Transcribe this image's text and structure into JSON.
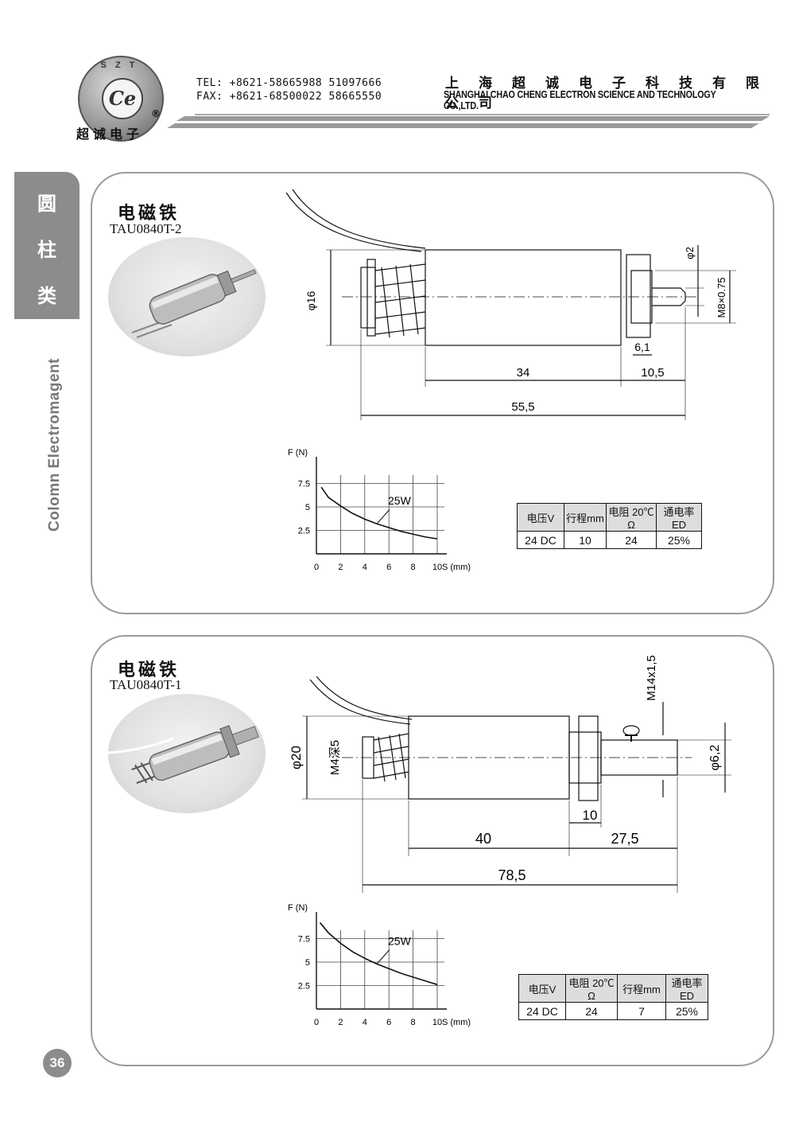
{
  "header": {
    "logo_letters": "Ce",
    "logo_ring": "S Z T",
    "logo_caption": "超诚电子",
    "registered_mark": "®",
    "tel": "TEL: +8621-58665988 51097666",
    "fax": "FAX: +8621-68500022 58665550",
    "company_cn": "上海超诚电子科技有限公司",
    "company_en": "SHANGHAI CHAO CHENG ELECTRON SCIENCE AND TECHNOLOGY CO.,LTD."
  },
  "side_tab": {
    "chars": [
      "圆",
      "柱",
      "类"
    ],
    "english": "Colomn Electromagent"
  },
  "page_number": "36",
  "products": [
    {
      "title_cn": "电磁铁",
      "model": "TAU0840T-2",
      "dimensions": {
        "diameter": "φ16",
        "plunger": "φ2",
        "thread": "M8×0.75",
        "nut": "6,1",
        "body": "34",
        "shaft": "10,5",
        "total": "55,5"
      },
      "table_headers": [
        "电压V",
        "行程mm",
        "电阻 20℃ Ω",
        "通电率ED"
      ],
      "table_values": [
        "24 DC",
        "10",
        "24",
        "25%"
      ]
    },
    {
      "title_cn": "电磁铁",
      "model": "TAU0840T-1",
      "dimensions": {
        "diameter": "φ20",
        "screw": "M4深5",
        "thread": "M14x1,5",
        "plunger": "φ6,2",
        "nut": "10",
        "body": "40",
        "shaft": "27,5",
        "total": "78,5"
      },
      "table_headers": [
        "电压V",
        "电阻 20℃ Ω",
        "行程mm",
        "通电率ED"
      ],
      "table_values": [
        "24 DC",
        "24",
        "7",
        "25%"
      ]
    }
  ],
  "chart_data": [
    {
      "type": "line",
      "title": "",
      "xlabel": "S (mm)",
      "ylabel": "F (N)",
      "xlim": [
        0,
        10
      ],
      "ylim": [
        0,
        10
      ],
      "x_ticks": [
        "0",
        "2",
        "4",
        "6",
        "8",
        "10"
      ],
      "y_ticks": [
        "2.5",
        "5",
        "7.5"
      ],
      "grid": true,
      "series": [
        {
          "name": "25W",
          "x": [
            0.4,
            1,
            2,
            3,
            4,
            5,
            6,
            7,
            8,
            9,
            10
          ],
          "y": [
            7.1,
            6.0,
            5.1,
            4.3,
            3.7,
            3.2,
            2.8,
            2.4,
            2.1,
            1.8,
            1.6
          ]
        }
      ]
    },
    {
      "type": "line",
      "title": "",
      "xlabel": "S (mm)",
      "ylabel": "F (N)",
      "xlim": [
        0,
        10
      ],
      "ylim": [
        0,
        10
      ],
      "x_ticks": [
        "0",
        "2",
        "4",
        "6",
        "8",
        "10"
      ],
      "y_ticks": [
        "2.5",
        "5",
        "7.5"
      ],
      "grid": true,
      "series": [
        {
          "name": "25W",
          "x": [
            0.3,
            1,
            2,
            3,
            4,
            5,
            6,
            7,
            8,
            9,
            10
          ],
          "y": [
            9.2,
            8.1,
            7.0,
            6.1,
            5.4,
            4.8,
            4.3,
            3.8,
            3.4,
            3.0,
            2.6
          ]
        }
      ]
    }
  ]
}
